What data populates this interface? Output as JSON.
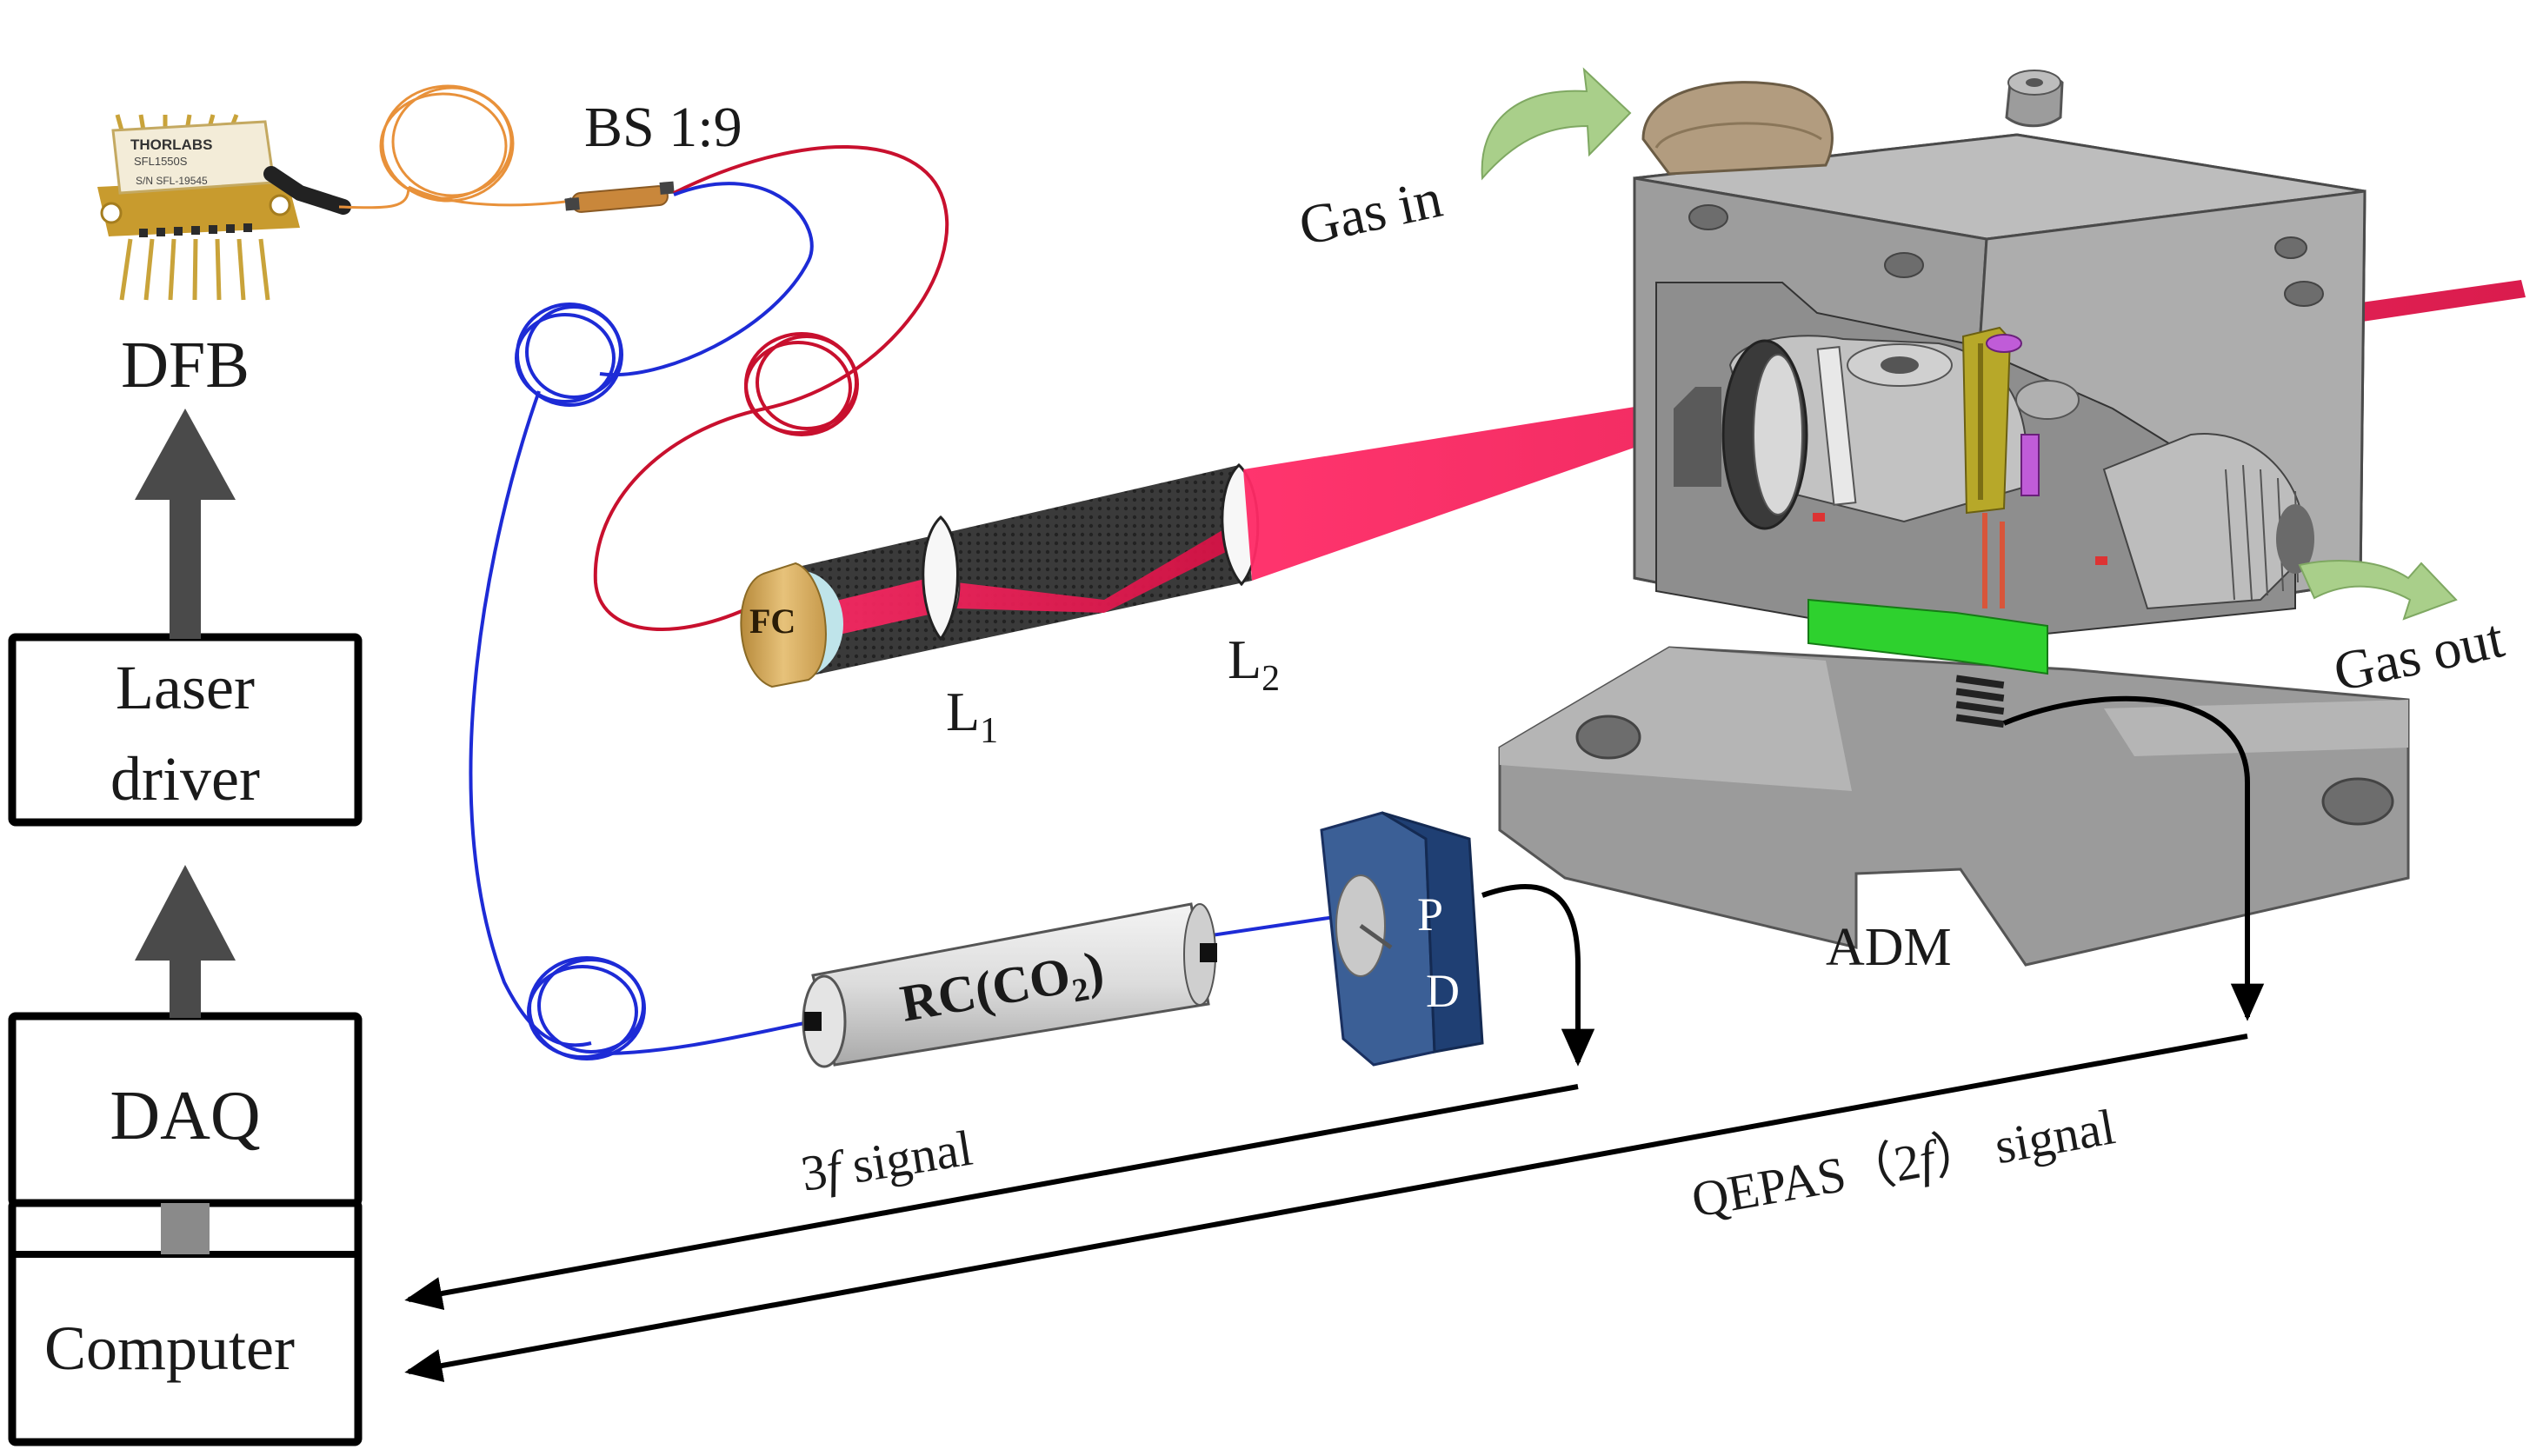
{
  "labels": {
    "dfb": "DFB",
    "laser_driver_line1": "Laser",
    "laser_driver_line2": "driver",
    "daq": "DAQ",
    "computer": "Computer",
    "bs": "BS 1:9",
    "gas_in": "Gas in",
    "gas_out": "Gas out",
    "fc": "FC",
    "l1": "L",
    "l1_sub": "1",
    "l2": "L",
    "l2_sub": "2",
    "adm": "ADM",
    "rc_prefix": "RC(CO",
    "rc_sub": "2",
    "rc_suffix": ")",
    "pd_p": "P",
    "pd_d": "D",
    "signal_3f_num": "3",
    "signal_3f_f": "f",
    "signal_3f_rest": " signal",
    "qepas_prefix": "QEPAS（2",
    "qepas_f": "f",
    "qepas_suffix": "） signal"
  },
  "laser_chip_text": {
    "brand": "THORLABS",
    "model": "SFL1550S",
    "serial": "S/N SFL-19545"
  },
  "colors": {
    "red_fiber": "#c8102e",
    "blue_fiber": "#1d2bd6",
    "orange_fiber": "#e8913a",
    "laser_beam": "#e8184e",
    "adm_body": "#a8a8a8",
    "gas_arrow": "#a9cf8a",
    "pd_body": "#1f3f73"
  }
}
